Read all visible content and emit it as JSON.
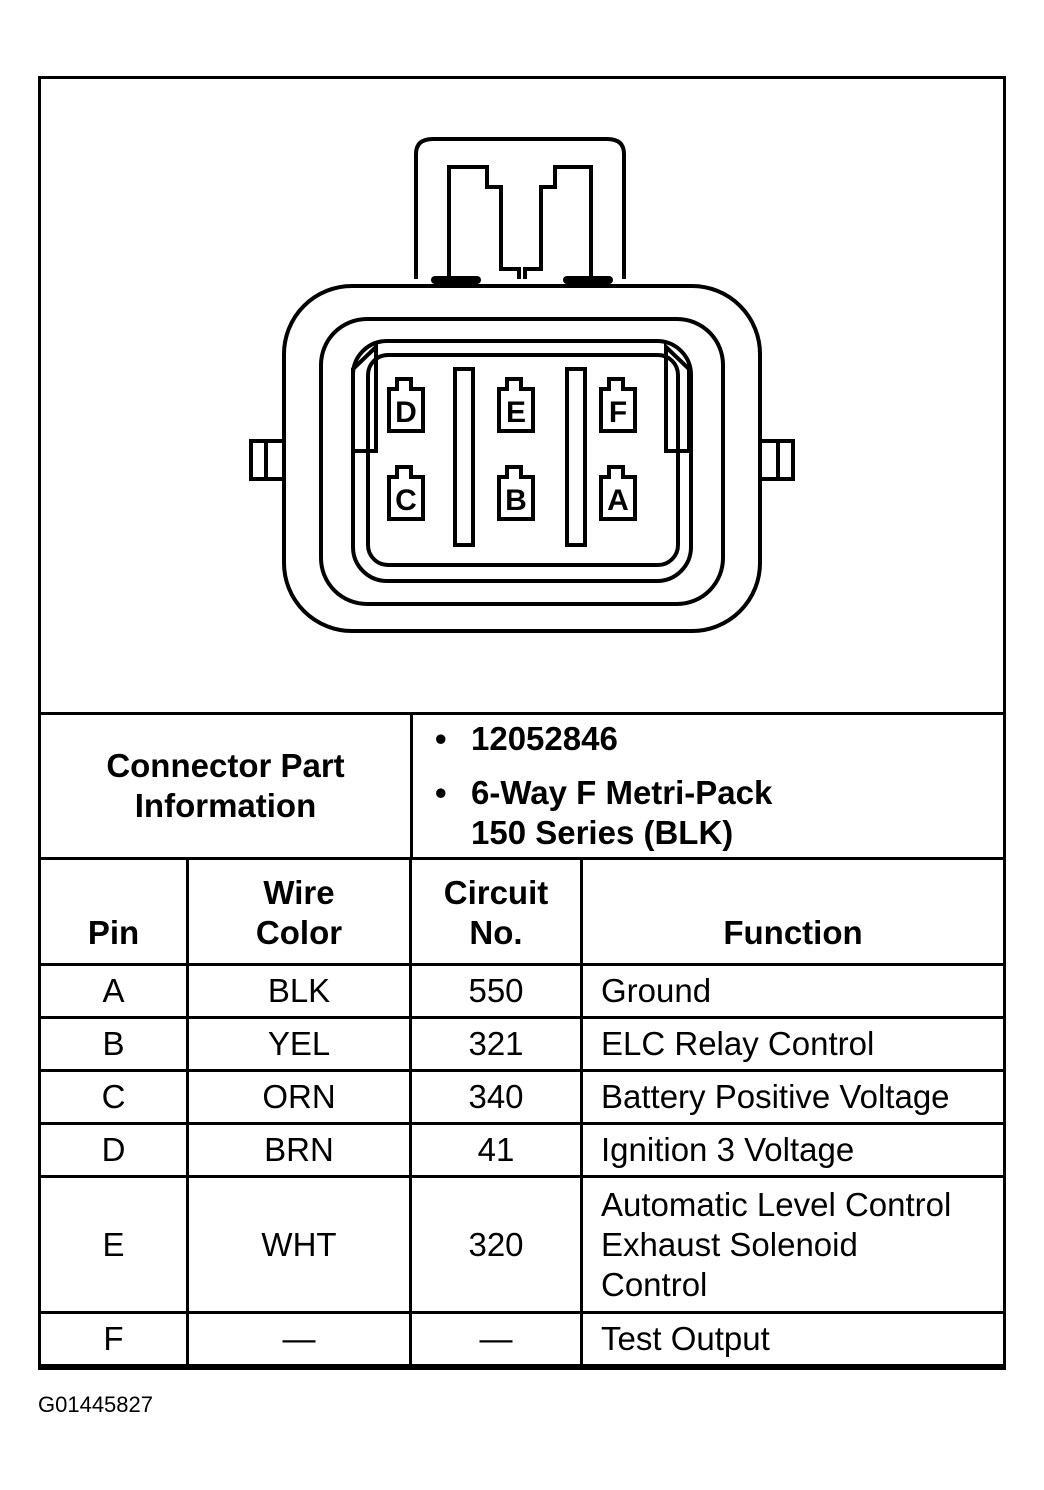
{
  "connector": {
    "cavities_top": [
      "D",
      "E",
      "F"
    ],
    "cavities_bottom": [
      "C",
      "B",
      "A"
    ]
  },
  "info": {
    "label": "Connector Part Information",
    "part_number": "12052846",
    "description_line1": "6-Way F Metri-Pack",
    "description_line2": "150 Series (BLK)"
  },
  "table": {
    "headers": {
      "pin": "Pin",
      "wire_color_1": "Wire",
      "wire_color_2": "Color",
      "circuit_1": "Circuit",
      "circuit_2": "No.",
      "function": "Function"
    },
    "rows": [
      {
        "pin": "A",
        "wire": "BLK",
        "circuit": "550",
        "function": [
          "Ground"
        ]
      },
      {
        "pin": "B",
        "wire": "YEL",
        "circuit": "321",
        "function": [
          "ELC Relay Control"
        ]
      },
      {
        "pin": "C",
        "wire": "ORN",
        "circuit": "340",
        "function": [
          "Battery Positive Voltage"
        ]
      },
      {
        "pin": "D",
        "wire": "BRN",
        "circuit": "41",
        "function": [
          "Ignition 3 Voltage"
        ]
      },
      {
        "pin": "E",
        "wire": "WHT",
        "circuit": "320",
        "function": [
          "Automatic Level Control",
          "Exhaust Solenoid",
          "Control"
        ]
      },
      {
        "pin": "F",
        "wire": "—",
        "circuit": "—",
        "function": [
          "Test Output"
        ]
      }
    ]
  },
  "figure_id": "G01445827"
}
